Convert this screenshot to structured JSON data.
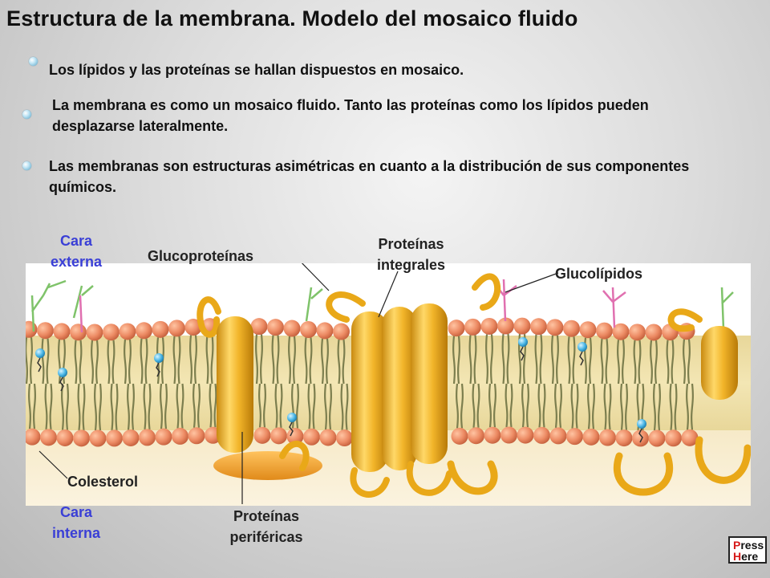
{
  "title": "Estructura de la membrana. Modelo del mosaico fluido",
  "bullets": [
    "Los lípidos y las proteínas se hallan dispuestos en mosaico.",
    "La membrana es como un mosaico fluido. Tanto las proteínas como los lípidos pueden desplazarse lateralmente.",
    "Las membranas son estructuras asimétricas en cuanto a la distribución de sus componentes químicos."
  ],
  "labels": {
    "cara_externa_1": "Cara",
    "cara_externa_2": "externa",
    "cara_interna_1": "Cara",
    "cara_interna_2": "interna",
    "glucoproteinas": "Glucoproteínas",
    "proteinas_integrales_1": "Proteínas",
    "proteinas_integrales_2": "integrales",
    "glucolipidos": "Glucolípidos",
    "colesterol": "Colesterol",
    "proteinas_perifericas_1": "Proteínas",
    "proteinas_perifericas_2": "periféricas"
  },
  "press_here": {
    "line1_first": "P",
    "line1_rest": "ress",
    "line2_first": "H",
    "line2_rest": "ere"
  },
  "colors": {
    "label_blue": "#3a3fd6",
    "lipid_head": "#e9835f",
    "lipid_tail": "#7c7e4e",
    "protein": "#f1b52a",
    "cholesterol": "#4ab6e6"
  }
}
